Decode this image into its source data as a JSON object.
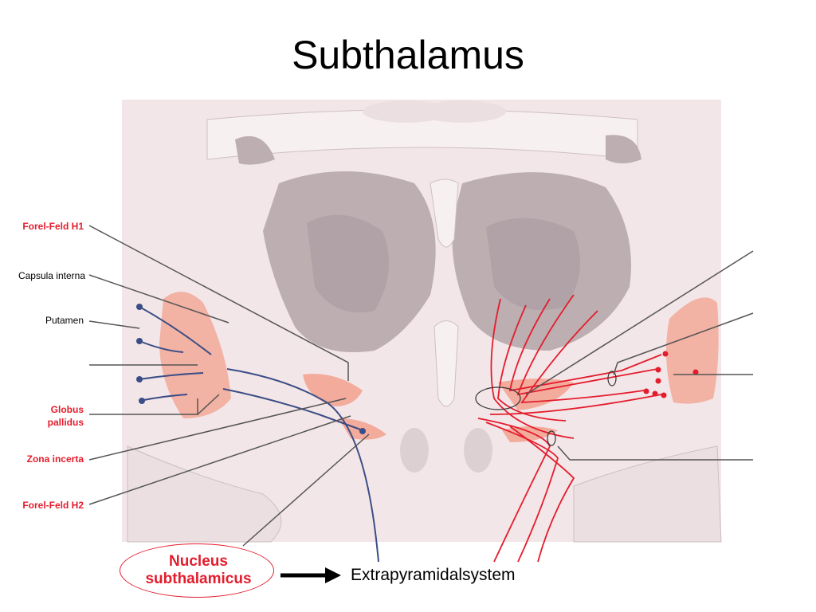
{
  "title": "Subthalamus",
  "labels": {
    "forel_h1": "Forel-Feld H1",
    "capsula_interna": "Capsula interna",
    "putamen": "Putamen",
    "globus_line1": "Globus",
    "globus_line2": "pallidus",
    "zona_incerta": "Zona incerta",
    "forel_h2": "Forel-Feld H2"
  },
  "nucleus": {
    "line1": "Nucleus",
    "line2": "subthalamicus"
  },
  "target": "Extrapyramidalsystem",
  "colors": {
    "accent_red": "#e41c2c",
    "pathway_blue": "#3b4d86",
    "tissue_pink": "#f3e6e8",
    "nucleus_salmon": "#f2a08e",
    "gray_matter": "#bcaeb1"
  }
}
